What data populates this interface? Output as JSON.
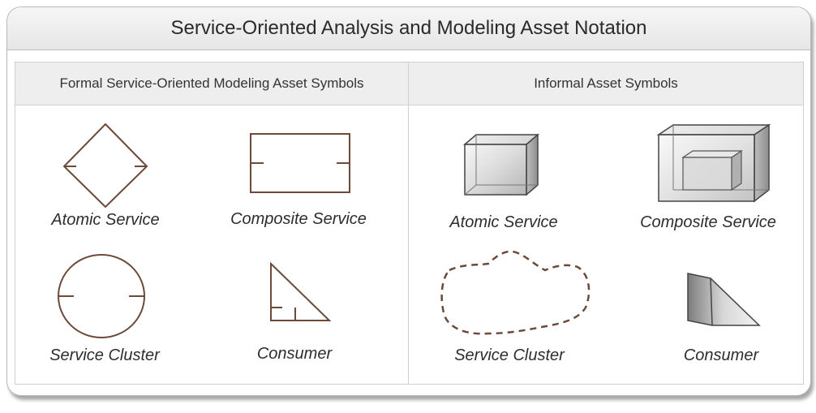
{
  "title": "Service-Oriented Analysis and Modeling Asset Notation",
  "formal": {
    "heading": "Formal Service-Oriented Modeling Asset Symbols",
    "atomic": "Atomic Service",
    "composite": "Composite Service",
    "cluster": "Service Cluster",
    "consumer": "Consumer"
  },
  "informal": {
    "heading": "Informal Asset Symbols",
    "atomic": "Atomic Service",
    "composite": "Composite Service",
    "cluster": "Service Cluster",
    "consumer": "Consumer"
  },
  "colors": {
    "formal_stroke": "#6b4a3a",
    "informal_stroke": "#444444",
    "cluster_dash": "#6b4a3a"
  }
}
